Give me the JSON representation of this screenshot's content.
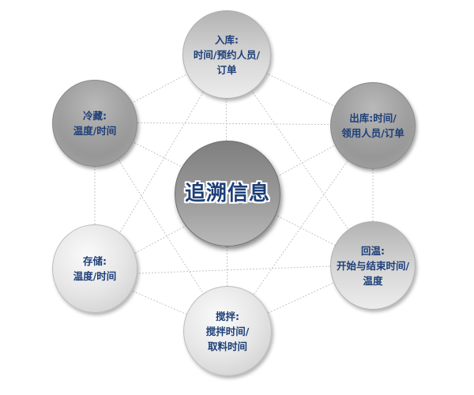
{
  "diagram": {
    "center": {
      "label": "追溯信息"
    },
    "nodes": [
      {
        "id": "inbound",
        "label": "入库:\n时间/预约人员/\n订单"
      },
      {
        "id": "outbound",
        "label": "出库:时间/\n领用人员/订单"
      },
      {
        "id": "rewarming",
        "label": "回温:\n开始与结束时间/\n温度"
      },
      {
        "id": "mixing",
        "label": "搅拌:\n搅拌时间/\n取料时间"
      },
      {
        "id": "storage",
        "label": "存储:\n温度/时间"
      },
      {
        "id": "refrigeration",
        "label": "冷藏:\n温度/时间"
      }
    ]
  },
  "colors": {
    "text": "#1d3f78",
    "connector": "#c4c4c4"
  }
}
